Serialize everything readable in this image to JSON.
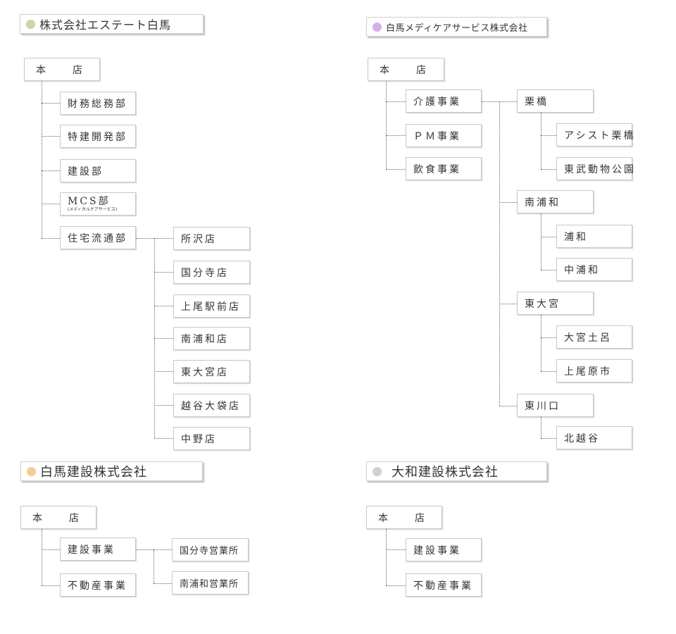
{
  "colors": {
    "estate": "#c9d4a8",
    "medical": "#d6aee6",
    "kensetsu": "#f5cc94",
    "yamato": "#d0d0d0"
  },
  "companies": {
    "estate": {
      "name": "株式会社エステート白馬",
      "honten": "本　店",
      "depts": [
        "財務総務部",
        "特建開発部",
        "建設部",
        "MCS部",
        "住宅流通部"
      ],
      "mcs_sub": "(メディカルケアサービス)",
      "shops": [
        "所沢店",
        "国分寺店",
        "上尾駅前店",
        "南浦和店",
        "東大宮店",
        "越谷大袋店",
        "中野店"
      ]
    },
    "medical": {
      "name": "白馬メディケアサービス株式会社",
      "honten": "本　店",
      "divisions": [
        "介護事業",
        "ＰＭ事業",
        "飲食事業"
      ],
      "areas": [
        {
          "name": "栗橋",
          "children": [
            "アシスト栗橋",
            "東武動物公園"
          ]
        },
        {
          "name": "南浦和",
          "children": [
            "浦和",
            "中浦和"
          ]
        },
        {
          "name": "東大宮",
          "children": [
            "大宮土呂",
            "上尾原市"
          ]
        },
        {
          "name": "東川口",
          "children": [
            "北越谷"
          ]
        }
      ]
    },
    "kensetsu": {
      "name": "白馬建設株式会社",
      "honten": "本　店",
      "divisions": [
        "建設事業",
        "不動産事業"
      ],
      "offices": [
        "国分寺営業所",
        "南浦和営業所"
      ]
    },
    "yamato": {
      "name": "大和建設株式会社",
      "honten": "本　店",
      "divisions": [
        "建設事業",
        "不動産事業"
      ]
    }
  }
}
